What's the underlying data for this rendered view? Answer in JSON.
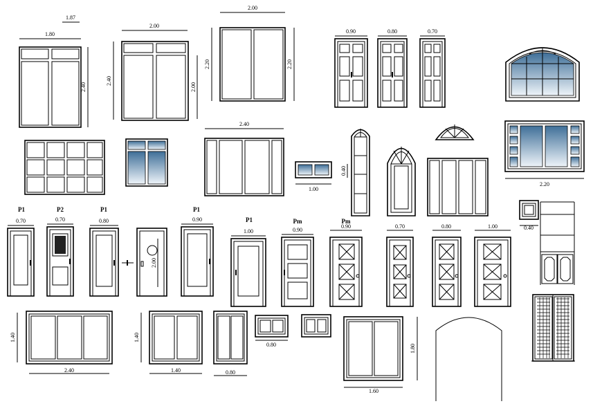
{
  "colors": {
    "line": "#000000",
    "glass_top": "#3f6f98",
    "glass_bottom": "#eef4f9",
    "background": "#ffffff"
  },
  "row1": {
    "door_a": {
      "width": "1.80",
      "height": "2.40",
      "top_dim": "1.87"
    },
    "door_b": {
      "width": "2.00",
      "height": "2.40",
      "inner_height": "2.00"
    },
    "door_c": {
      "width": "2.00",
      "height_left": "2.20",
      "height_right": "2.20"
    },
    "panel_doors": [
      "0.90",
      "0.80",
      "0.70"
    ]
  },
  "row2": {
    "window_240": "2.40",
    "window_100": "1.00",
    "window_040": "0.40",
    "window_220": "2.20"
  },
  "row3": {
    "labels": [
      "P1",
      "P2",
      "P1",
      "P1",
      "P1",
      "Pm",
      "Pm"
    ],
    "widths": [
      "0.70",
      "0.70",
      "0.80",
      "2.00",
      "0.90",
      "1.00",
      "0.90",
      "0.90",
      "0.70",
      "0.80",
      "1.00",
      "0.40"
    ]
  },
  "row4": {
    "w1_width": "2.40",
    "w1_height": "1.40",
    "w2_width": "1.40",
    "w2_height": "1.40",
    "w3_width": "0.80",
    "w4_width": "0.80",
    "w6_width": "1.60",
    "w6_height": "1.80"
  }
}
